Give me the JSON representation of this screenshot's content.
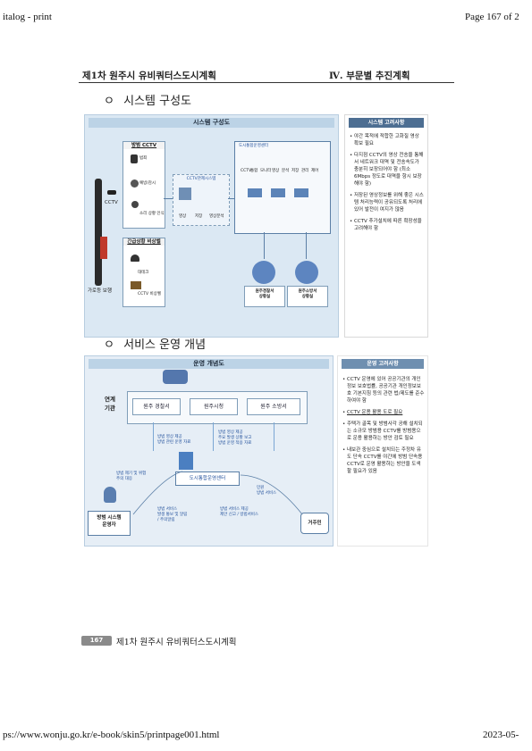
{
  "print_header": {
    "left": "italog - print",
    "right": "Page 167 of 2"
  },
  "doc_header": {
    "left": "제1차 원주시 유비쿼터스도시계획",
    "right": "Ⅳ. 부문별 추진계획"
  },
  "section1": {
    "bullet": "ㅇ",
    "title": "시스템 구성도",
    "diagram_title": "시스템 구성도",
    "notes_title": "시스템 고려사항",
    "crime_box": "방범 CCTV",
    "crime_sub": [
      "범죄",
      "예방/감시",
      "소리 상황 인식"
    ],
    "cctv_label": "CCTV",
    "emergency_box": "긴급상황 비상벨",
    "emergency_sub": [
      "대테크",
      "CCTV 비상벨"
    ],
    "cctv_sys_title": "CCTV관제시스템",
    "cctv_sys_items": [
      "영상",
      "저장",
      "영상분석"
    ],
    "center_title": "도시통합운영센터",
    "center_items": [
      "CCTV",
      "통합",
      "모니터",
      "영상",
      "분석",
      "저장",
      "관리",
      "제어"
    ],
    "police_box": [
      "원주경찰서",
      "상황실"
    ],
    "fire_box": [
      "원주소방서",
      "상황실"
    ],
    "pole_label": "가로등 보행",
    "notes": [
      "야간 목적에 적합한 고화질 영상 확보 필요",
      "다지점 CCTV의 영상 전송을 통해서 네트워크 대역 및 전송속도가 충분히 보장되어야 함 (최소 6Mbps 정도로 대역을 항시 보장해야 함)",
      "저장된 영상정보를 위해 좋은 시스템 처리능력이 공유되도록 처리에 있어 발전이 여지가 많음",
      "CCTV 추가설치에 따른 확장성을 고려해야 함"
    ]
  },
  "section2": {
    "bullet": "ㅇ",
    "title": "서비스 운영 개념",
    "diagram_title": "운영 개념도",
    "notes_title": "운영 고려사항",
    "link_label": [
      "연계",
      "기관"
    ],
    "orgs": [
      "원주 경찰서",
      "원주시청",
      "원주 소방서"
    ],
    "center": "도시통합운영센터",
    "left_node": [
      "방범 시스템",
      "운영자"
    ],
    "right_node": "거주민",
    "flow_left": [
      "방범 영상 제공",
      "방범 관련 운영 자료"
    ],
    "flow_mid": [
      "방범 영상 제공",
      "주요 발생 상황 보고",
      "방범 운영 적용 자료"
    ],
    "flow_right": [
      "민원",
      "방범 서비스"
    ],
    "flow_bl": [
      "방범 제기 및 위험",
      "주의 대응"
    ],
    "flow_bm": [
      "방범 서비스",
      "발생 통보 및 알림",
      "/ 주의알림"
    ],
    "flow_br": [
      "방범 서비스 제공",
      "제안 신고 / 방범서비스"
    ],
    "notes": [
      "CCTV 운영에 있어 공공기관의 개인정보 보호법률, 공공기관 개인정보보호 기본지침 등의 관련 법/제도를 준수하여야 함",
      "CCTV 운용 활용 도로 필요",
      "주택가 골목 및 방범사각 공해 설치되는 소규모 방범용 CCTV를 방범용으로 운용 활용하는 방안 검토 필요",
      "내보관 중심으로 설치되는 주정차 유도 단속 CCTV를 야간에 방범 단속용 CCTV로 운영 활용하는 방안을 도색할 필요가 있음"
    ]
  },
  "footer": {
    "page_badge": "167",
    "title": "제1차 원주시 유비쿼터스도시계획"
  },
  "print_footer": {
    "left": "ps://www.wonju.go.kr/e-book/skin5/printpage001.html",
    "right": "2023-05-"
  }
}
